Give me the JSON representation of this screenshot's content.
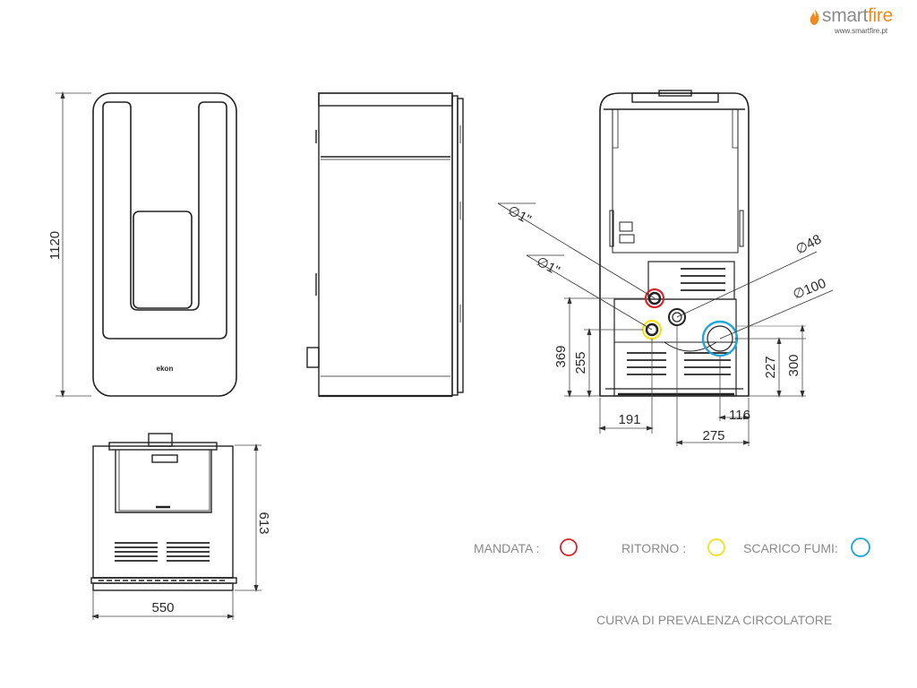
{
  "brand": {
    "name_part1": "smart",
    "name_part2": "fire",
    "url": "www.smartfire.pt",
    "icon": "flame-icon",
    "color": "#ef8a1e"
  },
  "dimensions": {
    "height": "1120",
    "width": "550",
    "depth": "613",
    "d369": "369",
    "d255": "255",
    "d227": "227",
    "d300": "300",
    "d191": "191",
    "d116": "116",
    "d275": "275"
  },
  "callouts": {
    "inch_upper": "∅1\"",
    "inch_lower": "∅1\"",
    "d48": "∅48",
    "d100": "∅100"
  },
  "front_logo": "ekon",
  "legend": {
    "mandata": {
      "label": "MANDATA :",
      "color": "#d6262b"
    },
    "ritorno": {
      "label": "RITORNO :",
      "color": "#f2e21a"
    },
    "scarico": {
      "label": "SCARICO FUMI:",
      "color": "#1fa6d8"
    }
  },
  "footer_text": "CURVA DI PREVALENZA CIRCOLATORE"
}
